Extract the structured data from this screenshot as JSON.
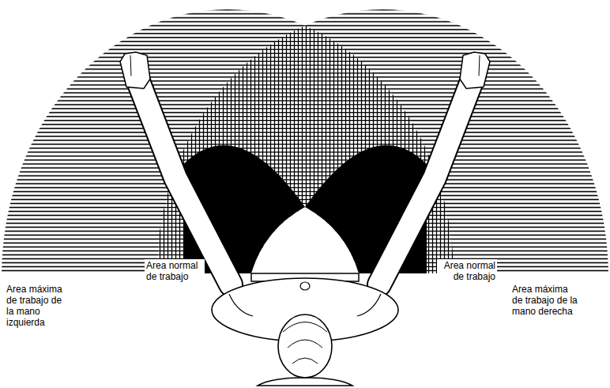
{
  "diagram": {
    "labels": [
      "Area máxima de trabajo de la mano izquierda",
      "Area normal de trabajo",
      "Area normal de trabajo",
      "Area máxima de trabajo de la mano derecha"
    ]
  }
}
